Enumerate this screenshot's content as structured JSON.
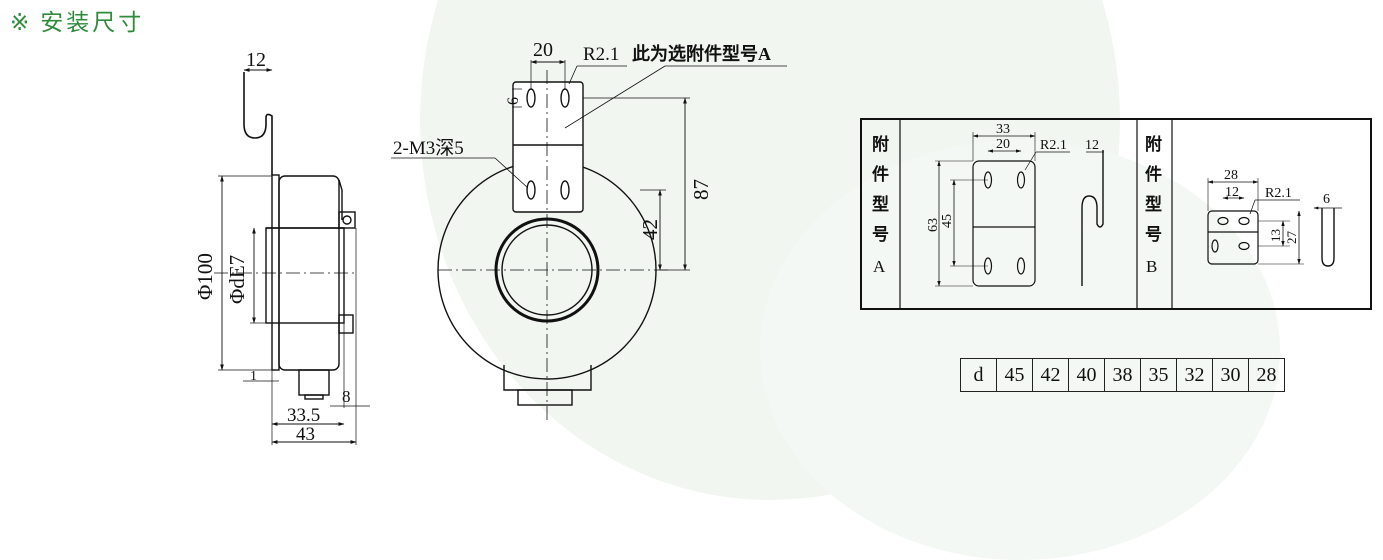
{
  "title": "安装尺寸",
  "title_mark": "※",
  "side_view": {
    "dim_top": "12",
    "dim_dia_outer": "Φ100",
    "dim_dia_inner": "ΦdE7",
    "dim_small": "1",
    "dim_8": "8",
    "dim_335": "33.5",
    "dim_43": "43"
  },
  "front_view": {
    "dim_20": "20",
    "dim_r21": "R2.1",
    "note_accessory": "此为选附件型号A",
    "dim_6": "6",
    "label_screw": "2-M3深5",
    "dim_87": "87",
    "dim_42": "42"
  },
  "accessories": {
    "a_label": [
      "附",
      "件",
      "型",
      "号",
      "A"
    ],
    "a_dims": {
      "w33": "33",
      "w20": "20",
      "r": "R2.1",
      "t12": "12",
      "h63": "63",
      "h45": "45"
    },
    "b_label": [
      "附",
      "件",
      "型",
      "号",
      "B"
    ],
    "b_dims": {
      "w28": "28",
      "w12": "12",
      "r": "R2.1",
      "t6": "6",
      "h13": "13",
      "h27": "27"
    }
  },
  "d_table": {
    "header": "d",
    "values": [
      "45",
      "42",
      "40",
      "38",
      "35",
      "32",
      "30",
      "28"
    ]
  }
}
